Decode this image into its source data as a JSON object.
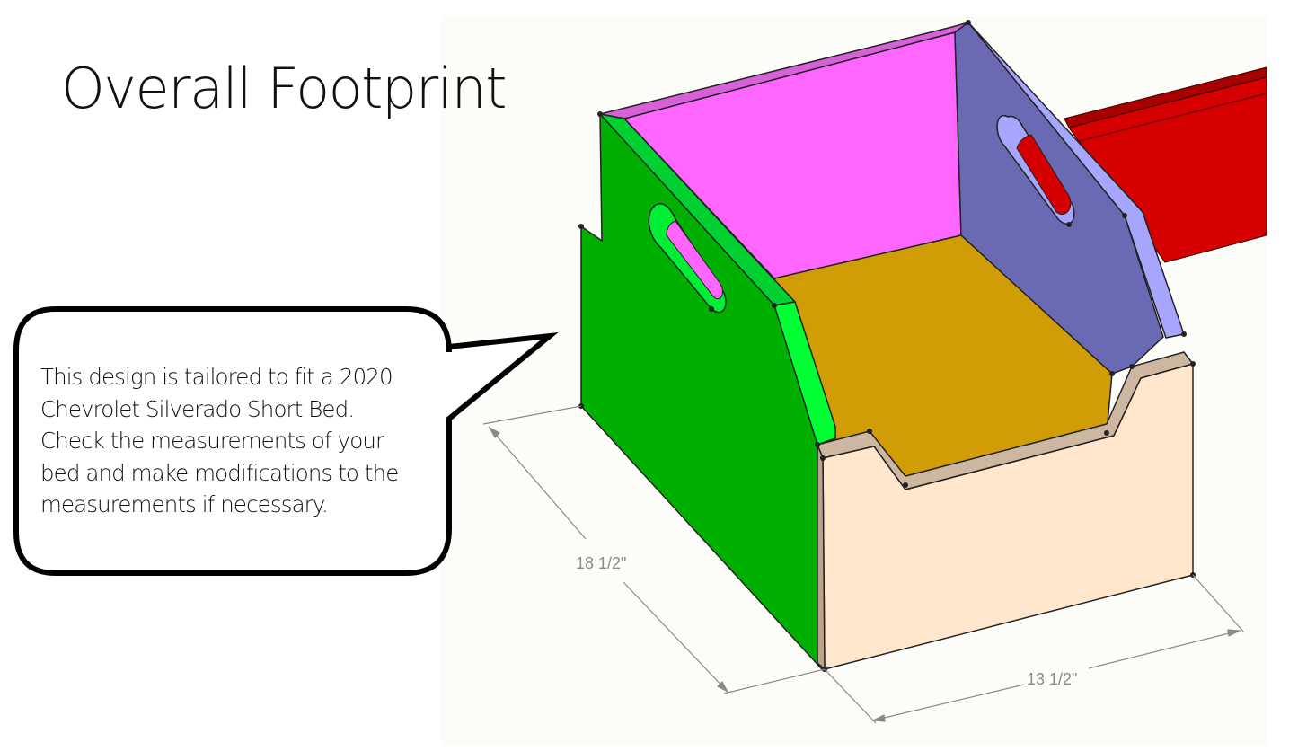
{
  "slide": {
    "title": "Overall Footprint"
  },
  "callout": {
    "lines": [
      "This design is tailored to fit a 2020",
      "Chevrolet Silverado Short Bed.",
      "Check the measurements of your",
      "bed and make modifications to the",
      "measurements if necessary."
    ]
  },
  "model": {
    "dimensions": {
      "depth": "18 1/2\"",
      "width": "13 1/2\""
    },
    "colors": {
      "left_side": "#00b000",
      "left_side_edge": "#00ff33",
      "back_panel": "#ff66ff",
      "right_side": "#6f6fb5",
      "right_side_edge": "#a6a6ff",
      "floor": "#d19d06",
      "front_panel": "#ffe6cc",
      "front_edge": "#cdb7a0",
      "rail": "#d80000",
      "dimension_line": "#8a8a8a"
    }
  }
}
